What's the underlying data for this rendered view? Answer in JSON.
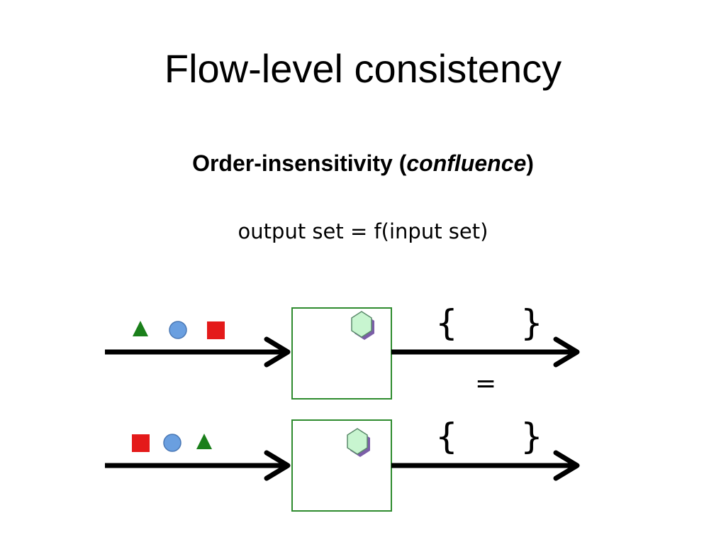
{
  "slide": {
    "title": "Flow-level consistency",
    "subtitle_main": "Order-insensitivity (",
    "subtitle_italic": "confluence",
    "subtitle_end": ")",
    "formula": "output set = f(input set)"
  },
  "diagram": {
    "rows": [
      {
        "inputs": [
          "green-triangle",
          "blue-circle",
          "red-square"
        ],
        "output_open": "{",
        "output_close": "}"
      },
      {
        "inputs": [
          "red-square",
          "blue-circle",
          "green-triangle"
        ],
        "output_open": "{",
        "output_close": "}"
      }
    ],
    "equals": "=",
    "colors": {
      "triangle": "#1a7f1a",
      "circle": "#6a9fe0",
      "square": "#e41a1a",
      "box_border": "#2e8b2e",
      "hexagon_fill": "#c8f5d0",
      "hexagon_shadow": "#7b5ea7"
    }
  }
}
